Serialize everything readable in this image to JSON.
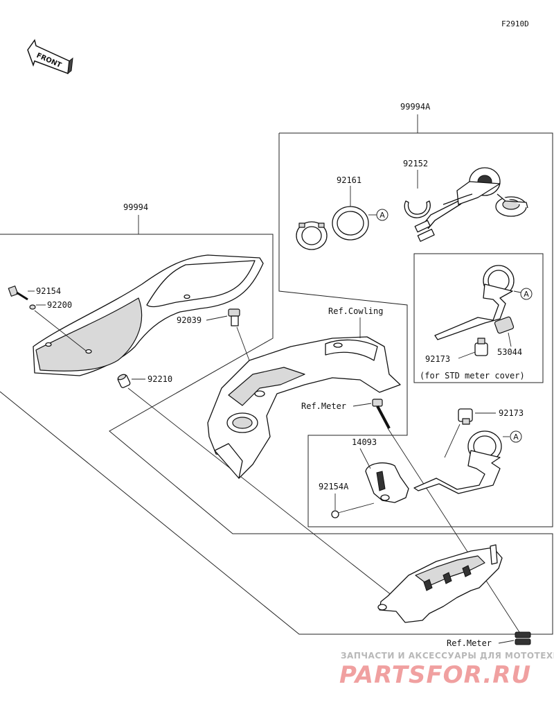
{
  "figure_code": "F2910D",
  "front_marker": "FRONT",
  "labels": {
    "p99994A": "99994A",
    "p99994": "99994",
    "p92161": "92161",
    "p92152": "92152",
    "p92154_top": "92154",
    "p92200": "92200",
    "p92039": "92039",
    "p92210": "92210",
    "ref_cowling": "Ref.Cowling",
    "ref_meter_mid": "Ref.Meter",
    "ref_meter_bottom": "Ref.Meter",
    "p92173_inset": "92173",
    "p53044": "53044",
    "std_note": "(for STD meter cover)",
    "p92173_right": "92173",
    "p14093": "14093",
    "p92154A": "92154A"
  },
  "callouts": {
    "a1": "A",
    "a2": "A",
    "a3": "A"
  },
  "watermark": {
    "line1": "ЗАПЧАСТИ И АКСЕССУАРЫ ДЛЯ МОТОТЕХНИКИ",
    "line2": "PARTSFOR.RU"
  }
}
